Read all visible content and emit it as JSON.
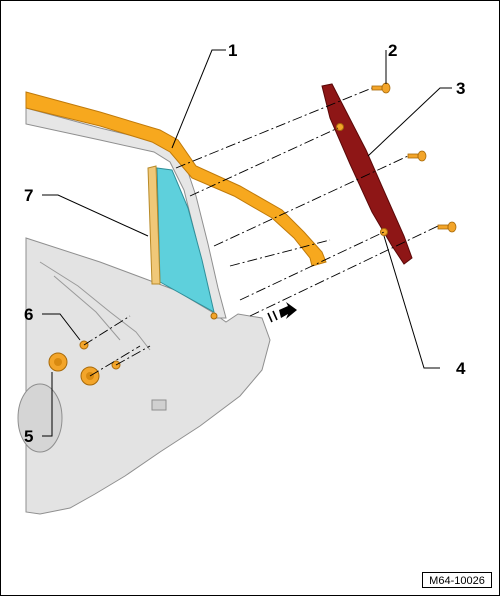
{
  "diagram": {
    "callouts": [
      {
        "id": "1",
        "label": "1"
      },
      {
        "id": "2",
        "label": "2"
      },
      {
        "id": "3",
        "label": "3"
      },
      {
        "id": "4",
        "label": "4"
      },
      {
        "id": "5",
        "label": "5"
      },
      {
        "id": "6",
        "label": "6"
      },
      {
        "id": "7",
        "label": "7"
      }
    ],
    "reference_code": "M64-10026",
    "colors": {
      "door_panel": "#e2e2e2",
      "door_outline": "#8c8c8c",
      "seal": "#f7a81e",
      "glass": "#5ed0dc",
      "trim_panel": "#8e1616",
      "fastener": "#f3a52a",
      "direction_arrow": "#000000"
    }
  }
}
